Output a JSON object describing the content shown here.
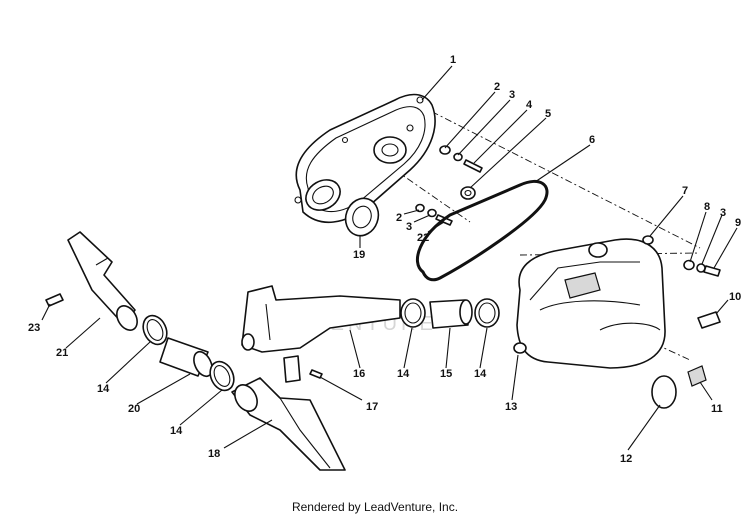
{
  "diagram": {
    "watermark": "LEADVENTURE",
    "callouts": [
      "1",
      "2",
      "3",
      "4",
      "5",
      "6",
      "7",
      "8",
      "3",
      "9",
      "10",
      "19",
      "2",
      "3",
      "22",
      "23",
      "21",
      "14",
      "20",
      "14",
      "18",
      "16",
      "17",
      "14",
      "15",
      "14",
      "13",
      "11",
      "12"
    ]
  },
  "footer": {
    "credit": "Rendered by LeadVenture, Inc."
  }
}
